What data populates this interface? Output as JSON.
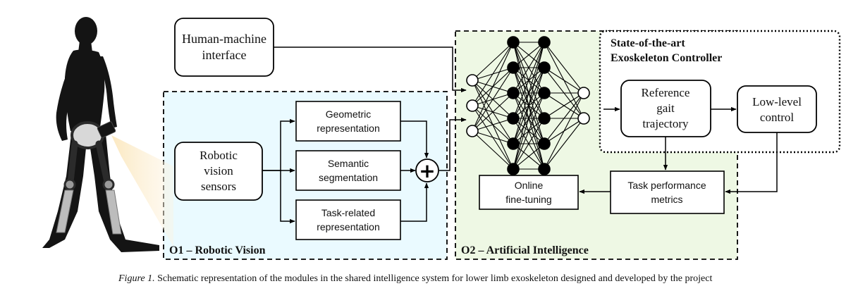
{
  "human_machine_interface": {
    "line1": "Human-machine",
    "line2": "interface"
  },
  "sensors": {
    "line1": "Robotic",
    "line2": "vision",
    "line3": "sensors"
  },
  "geometric": {
    "line1": "Geometric",
    "line2": "representation"
  },
  "semantic": {
    "line1": "Semantic",
    "line2": "segmentation"
  },
  "task_related": {
    "line1": "Task-related",
    "line2": "representation"
  },
  "sum_symbol": "+",
  "o1_title": "O1 – Robotic Vision",
  "o2_title": "O2 – Artificial Intelligence",
  "controller": {
    "title_line1": "State-of-the-art",
    "title_line2": "Exoskeleton Controller"
  },
  "reference": {
    "line1": "Reference",
    "line2": "gait",
    "line3": "trajectory"
  },
  "low_level": {
    "line1": "Low-level",
    "line2": "control"
  },
  "task_performance": {
    "line1": "Task performance",
    "line2": "metrics"
  },
  "online": {
    "line1": "Online",
    "line2": "fine-tuning"
  },
  "caption": {
    "figure_label": "Figure 1.",
    "text": " Schematic representation of the modules in the shared intelligence system for lower limb exoskeleton designed and developed by the project"
  },
  "colors": {
    "o1_fill": "#eafaff",
    "o2_fill": "#eef8e4",
    "figure_body": "#141414",
    "exoskeleton_frame": "#2b2b2b",
    "prosthetic_shin": "#bcbcbc",
    "camera_beam": "#fdf0d4"
  },
  "network": {
    "layer_sizes": [
      3,
      6,
      6,
      2
    ]
  }
}
